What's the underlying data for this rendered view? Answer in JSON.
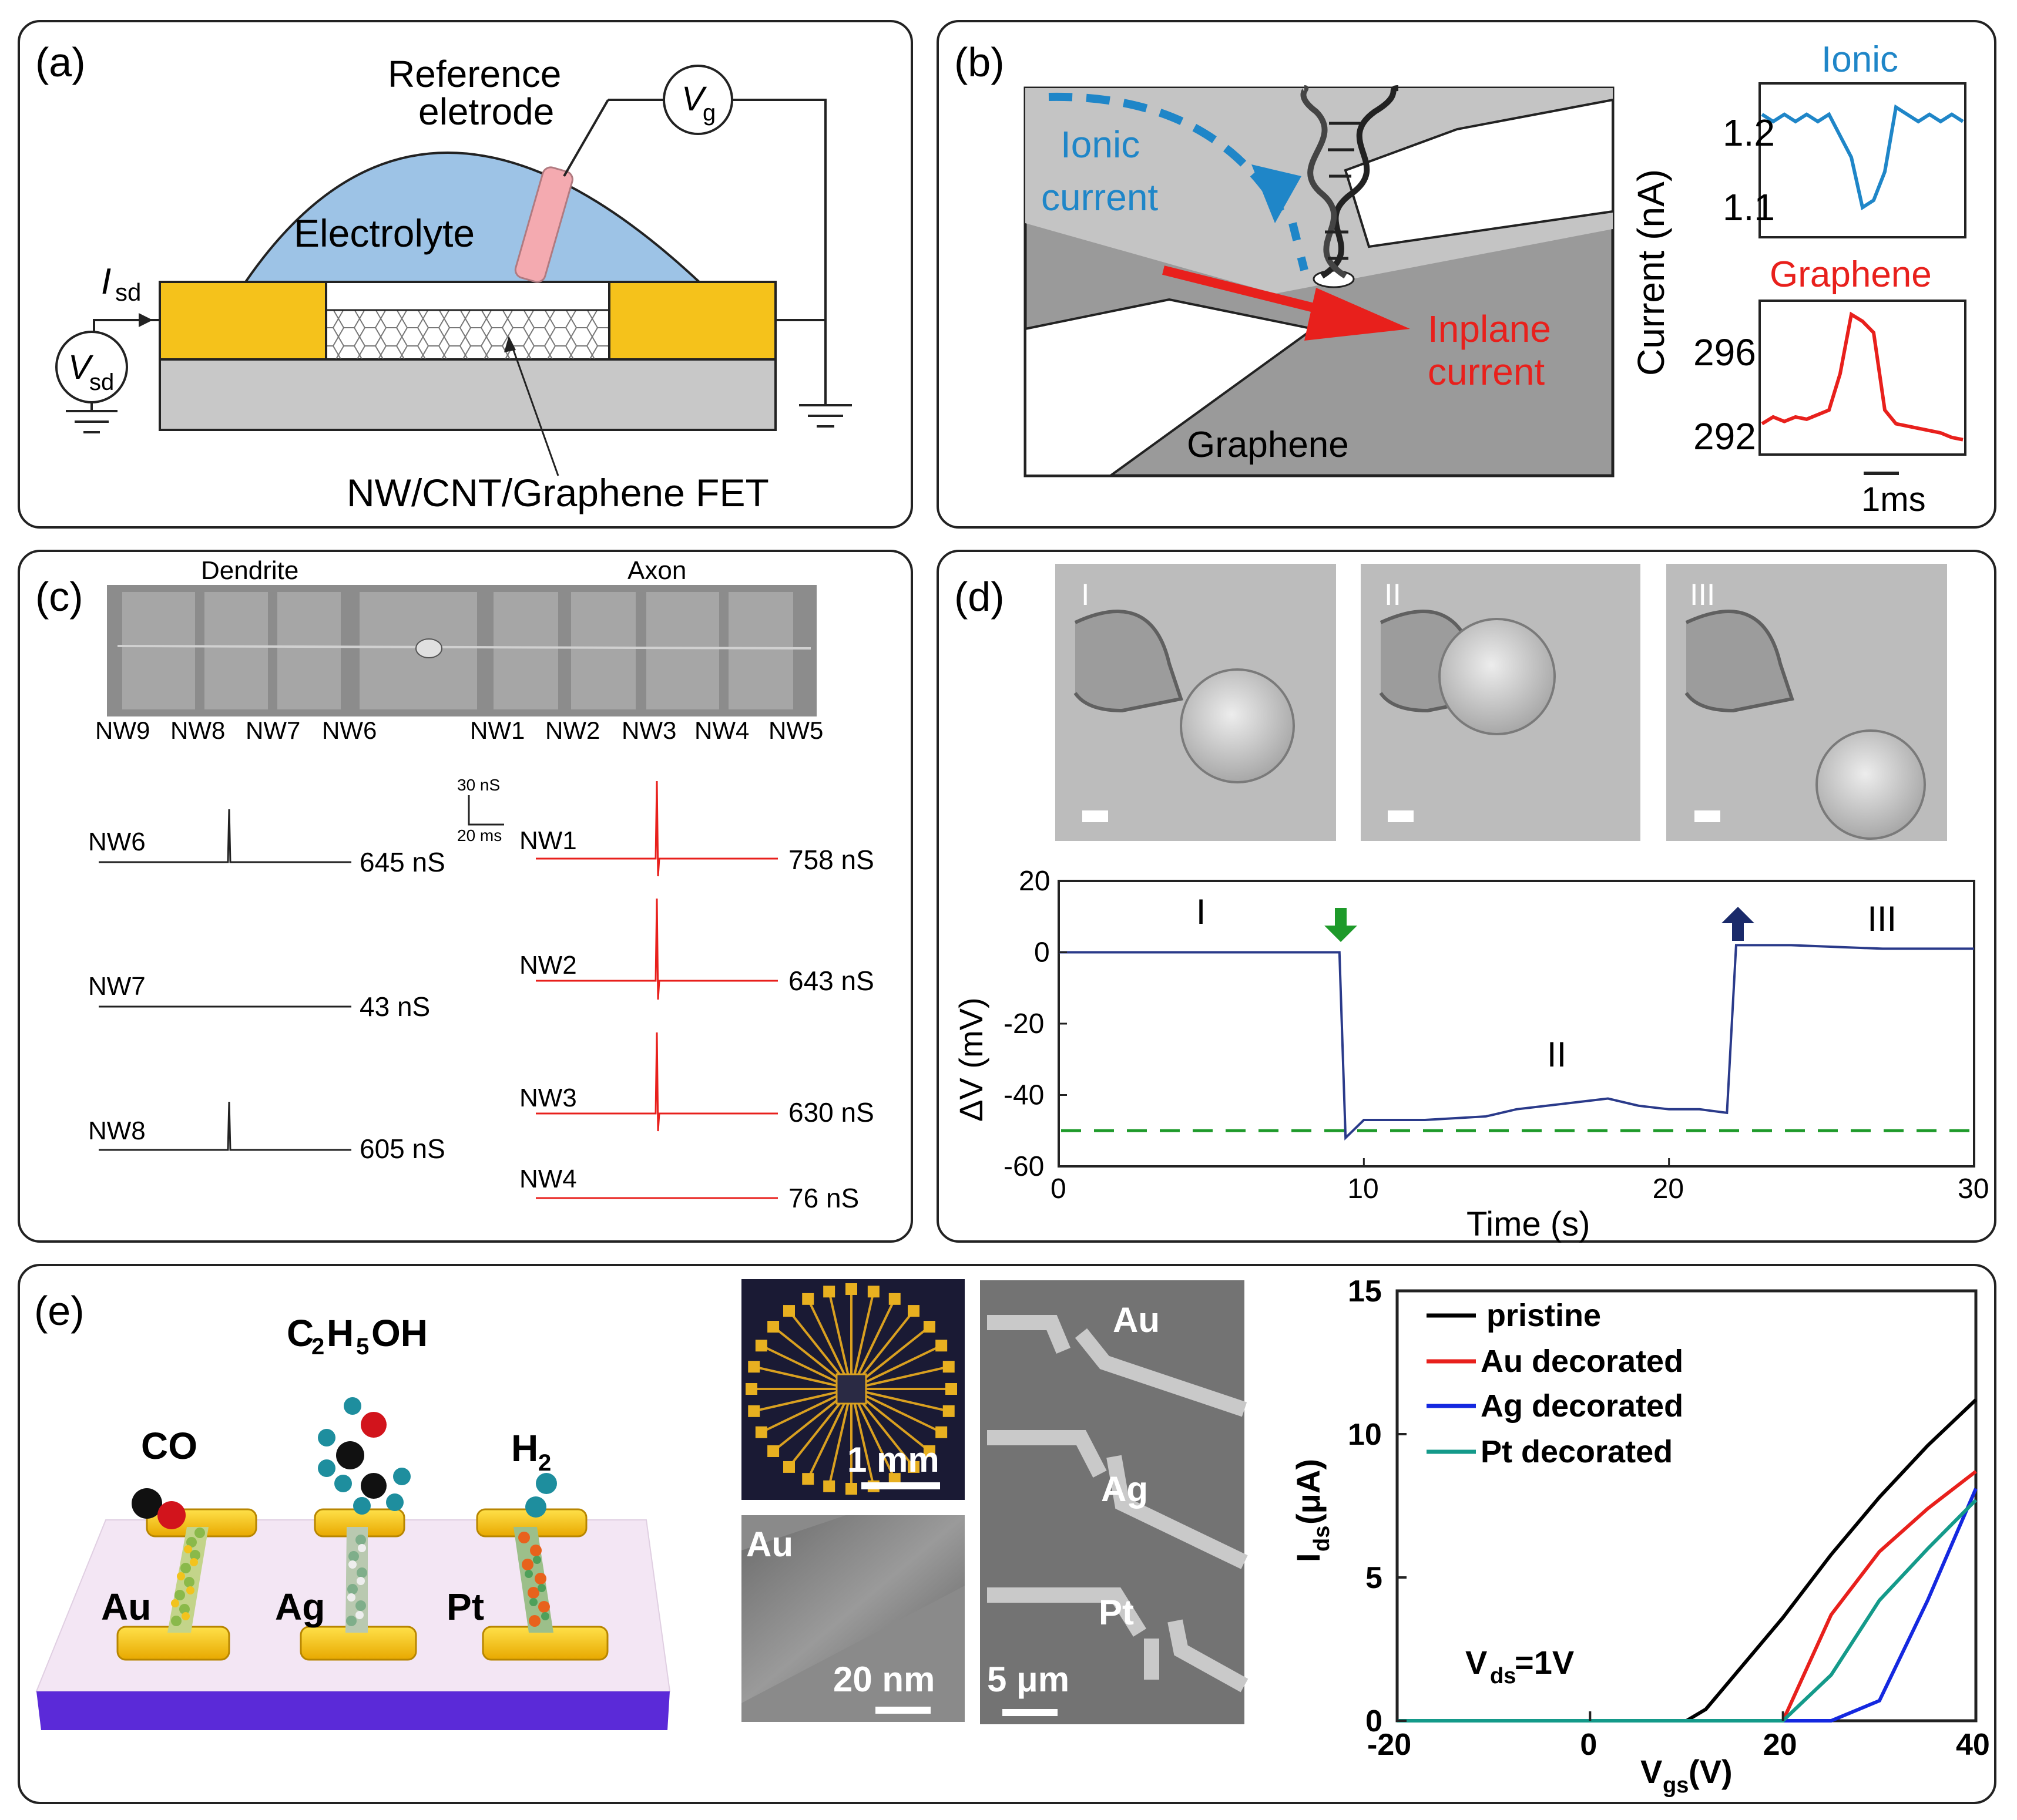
{
  "panel_a": {
    "label": "(a)",
    "reference": "Reference",
    "eletrode": "eletrode",
    "vg_main": "V",
    "vg_sub": "g",
    "electrolyte": "Electrolyte",
    "isd_main": "I",
    "isd_sub": "sd",
    "vsd_main": "V",
    "vsd_sub": "sd",
    "fet": "NW/CNT/Graphene FET"
  },
  "panel_b": {
    "label": "(b)",
    "ionic_1": "Ionic",
    "ionic_2": "current",
    "inplane_1": "Inplane",
    "inplane_2": "current",
    "graphene": "Graphene",
    "ionic_title": "Ionic",
    "graphene_title": "Graphene",
    "ylabel": "Current (nA)",
    "ionic_ticks": [
      "1.2",
      "1.1"
    ],
    "graphene_ticks": [
      "296",
      "292"
    ],
    "scale": "1ms",
    "colors": {
      "ionic": "#1f86c8",
      "graphene": "#e8201c"
    }
  },
  "panel_c": {
    "label": "(c)",
    "dendrite": "Dendrite",
    "axon": "Axon",
    "nw_labels": [
      "NW9",
      "NW8",
      "NW7",
      "NW6",
      "NW1",
      "NW2",
      "NW3",
      "NW4",
      "NW5"
    ],
    "scale_y": "30 nS",
    "scale_x": "20 ms",
    "traces_left": [
      {
        "name": "NW6",
        "value": "645 nS"
      },
      {
        "name": "NW7",
        "value": "43 nS"
      },
      {
        "name": "NW8",
        "value": "605 nS"
      }
    ],
    "traces_right": [
      {
        "name": "NW1",
        "value": "758 nS"
      },
      {
        "name": "NW2",
        "value": "643 nS"
      },
      {
        "name": "NW3",
        "value": "630 nS"
      },
      {
        "name": "NW4",
        "value": "76 nS"
      }
    ]
  },
  "panel_d": {
    "label": "(d)",
    "image_labels": [
      "I",
      "II",
      "III"
    ],
    "ylabel": "ΔV (mV)",
    "xlabel": "Time (s)",
    "x_ticks": [
      "0",
      "10",
      "20",
      "30"
    ],
    "y_ticks": [
      "20",
      "0",
      "-20",
      "-40",
      "-60"
    ],
    "region_labels": [
      "I",
      "II",
      "III"
    ]
  },
  "panel_e": {
    "label": "(e)",
    "molecule_co": "CO",
    "molecule_eth_1": "C",
    "molecule_eth_2": "2",
    "molecule_eth_3": "H",
    "molecule_eth_4": "5",
    "molecule_eth_5": "OH",
    "molecule_h": "H",
    "molecule_h_sub": "2",
    "metals": [
      "Au",
      "Ag",
      "Pt"
    ],
    "scale_1mm": "1 mm",
    "scale_20nm": "20 nm",
    "scale_5um": "5 μm",
    "sem_au": "Au",
    "sem_labels": [
      "Au",
      "Ag",
      "Pt"
    ],
    "ylabel_main": "I",
    "ylabel_sub": "ds",
    "ylabel_unit": "(μA)",
    "xlabel_main": "V",
    "xlabel_sub": "gs",
    "xlabel_unit": "(V)",
    "vds_main": "V",
    "vds_sub": "ds",
    "vds_val": "=1V",
    "x_ticks": [
      "-20",
      "0",
      "20",
      "40"
    ],
    "y_ticks": [
      "0",
      "5",
      "10",
      "15"
    ]
  },
  "chart_data": [
    {
      "type": "line",
      "panel": "b-ionic",
      "title": "Ionic",
      "ylabel": "Current (nA)",
      "x": [
        0,
        0.5,
        1,
        1.5,
        2,
        2.5,
        3,
        3.5,
        4,
        4.5,
        5,
        5.5,
        6,
        6.5,
        7,
        7.5,
        8,
        8.5,
        9
      ],
      "series": [
        {
          "values": [
            1.22,
            1.21,
            1.22,
            1.21,
            1.22,
            1.21,
            1.22,
            1.19,
            1.16,
            1.09,
            1.1,
            1.14,
            1.23,
            1.22,
            1.21,
            1.22,
            1.21,
            1.22,
            1.21
          ]
        }
      ],
      "ylim": [
        1.05,
        1.26
      ]
    },
    {
      "type": "line",
      "panel": "b-graphene",
      "title": "Graphene",
      "x": [
        0,
        0.5,
        1,
        1.5,
        2,
        2.5,
        3,
        3.5,
        4,
        4.5,
        5,
        5.5,
        6,
        6.5,
        7,
        7.5,
        8,
        8.5,
        9
      ],
      "series": [
        {
          "values": [
            292.6,
            292.9,
            292.7,
            292.9,
            292.8,
            293.0,
            293.2,
            294.8,
            297.4,
            297.1,
            296.6,
            293.2,
            292.6,
            292.5,
            292.4,
            292.3,
            292.2,
            292.0,
            291.9
          ]
        }
      ],
      "ylim": [
        291.3,
        297.9
      ]
    },
    {
      "type": "line",
      "panel": "d",
      "xlabel": "Time (s)",
      "ylabel": "ΔV (mV)",
      "x": [
        0,
        3,
        6,
        9.2,
        9.4,
        10,
        12,
        14,
        15,
        16,
        17,
        18,
        19,
        20,
        21,
        21.9,
        22.2,
        24,
        27,
        30
      ],
      "series": [
        {
          "values": [
            0,
            0,
            0,
            0,
            -52,
            -47,
            -47,
            -46,
            -44,
            -43,
            -42,
            -41,
            -43,
            -44,
            -44,
            -45,
            2,
            2,
            1,
            1
          ]
        }
      ],
      "xlim": [
        0,
        30
      ],
      "ylim": [
        -60,
        20
      ],
      "reference_line": -50
    },
    {
      "type": "line",
      "panel": "e",
      "xlabel": "Vgs(V)",
      "ylabel": "Ids(μA)",
      "x": [
        -20,
        0,
        10,
        12,
        15,
        20,
        25,
        30,
        35,
        40
      ],
      "series": [
        {
          "name": "pristine",
          "values": [
            0,
            0,
            0,
            0.4,
            1.6,
            3.6,
            5.8,
            7.8,
            9.6,
            11.2
          ]
        },
        {
          "name": "Au decorated",
          "values": [
            0,
            0,
            0,
            0,
            0,
            0,
            3.7,
            5.9,
            7.4,
            8.7
          ]
        },
        {
          "name": "Ag decorated",
          "values": [
            0,
            0,
            0,
            0,
            0,
            0,
            0,
            0.7,
            4.2,
            8.1
          ]
        },
        {
          "name": "Pt decorated",
          "values": [
            0,
            0,
            0,
            0,
            0,
            0,
            1.6,
            4.2,
            6.0,
            7.7
          ]
        }
      ],
      "xlim": [
        -20,
        40
      ],
      "ylim": [
        0,
        15
      ],
      "colors": [
        "#000000",
        "#e8201c",
        "#1428e0",
        "#149a8a"
      ]
    }
  ]
}
